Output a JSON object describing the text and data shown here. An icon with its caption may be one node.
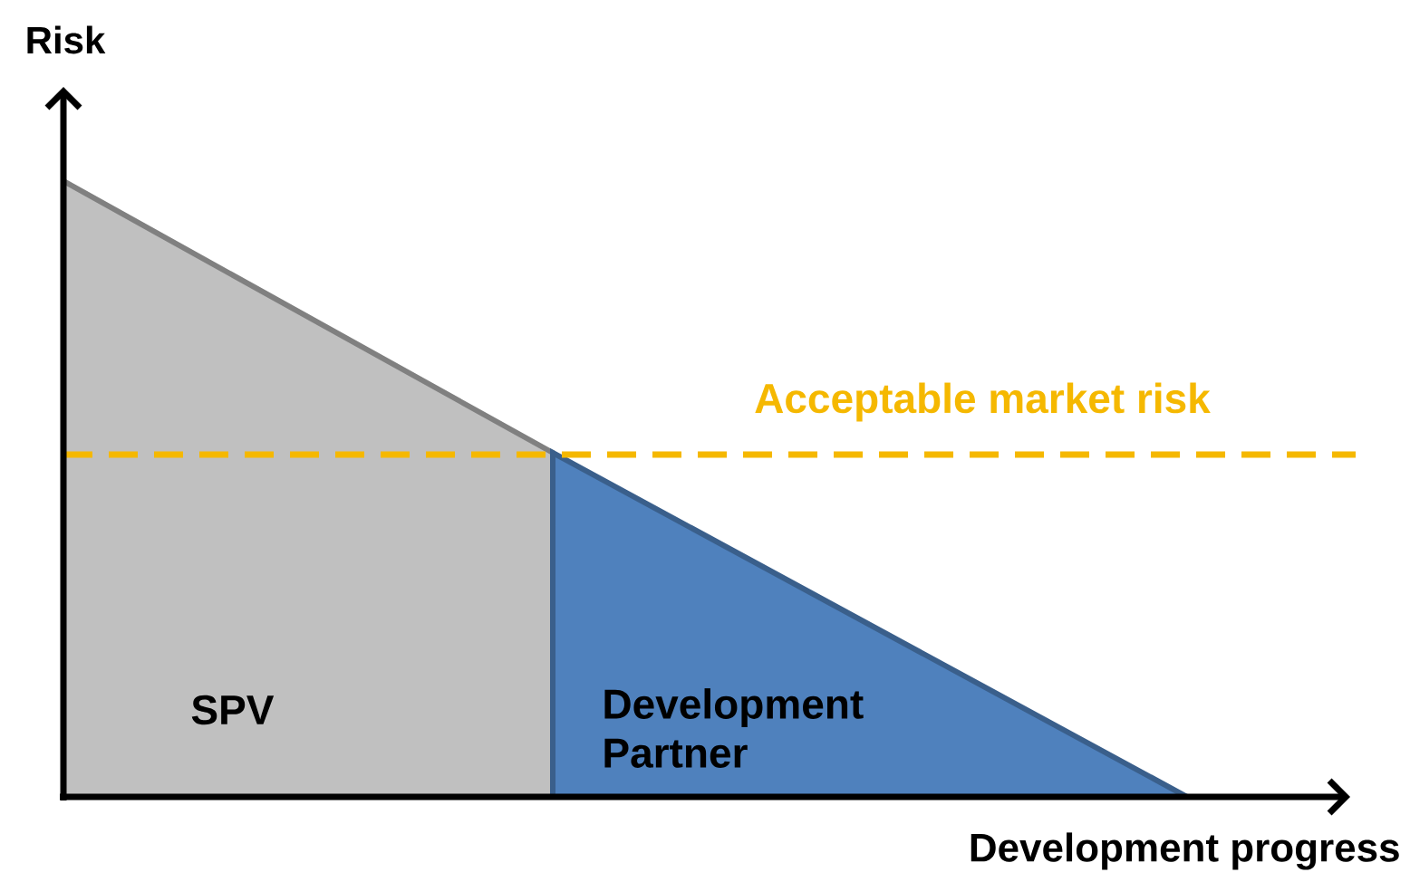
{
  "diagram": {
    "nodes": [
      {
        "text": [
          "SPV"
        ]
      },
      {
        "text": [
          "Development Partner"
        ]
      }
    ],
    "labels": [
      "Risk",
      "Acceptable market risk",
      "Development progress"
    ]
  }
}
